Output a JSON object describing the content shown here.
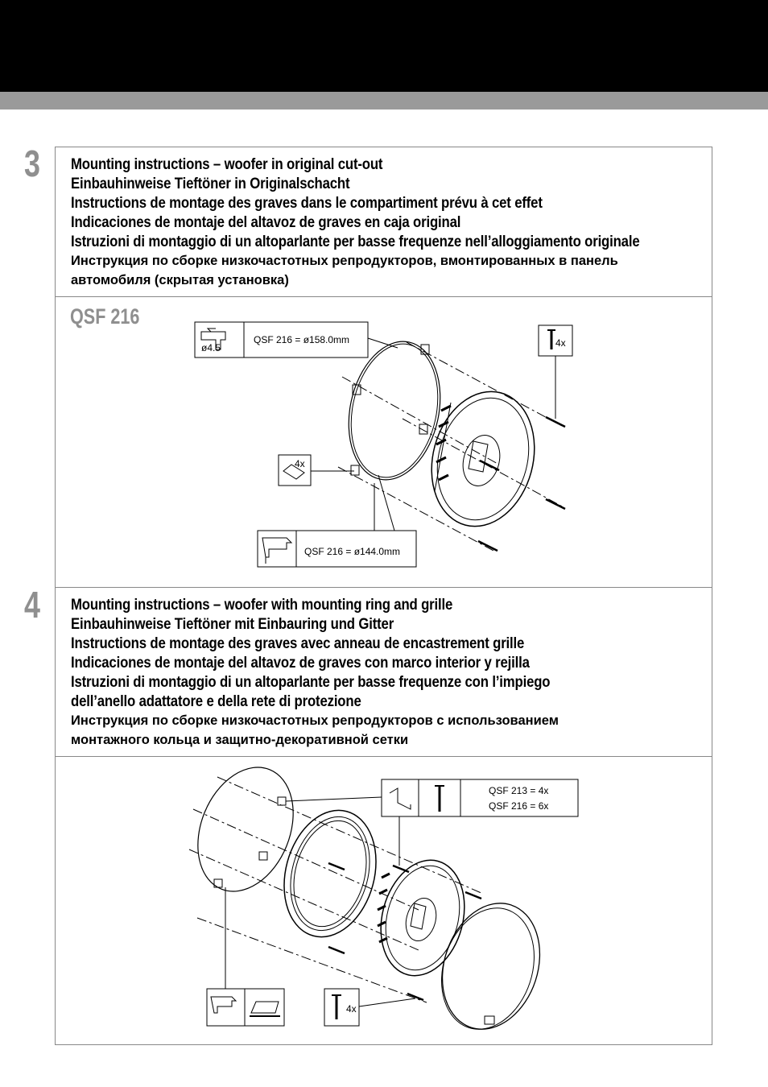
{
  "header": {
    "bar_color": "#000000",
    "subbar_color": "#9a9a9a"
  },
  "step3": {
    "number": "3",
    "titles": [
      "Mounting instructions – woofer in original cut-out",
      "Einbauhinweise Tieftöner in Originalschacht",
      "Instructions de montage des graves dans le compartiment prévu à cet effet",
      "Indicaciones de montaje del altavoz de graves en caja original",
      "Istruzioni di montaggio di un altoparlante per basse frequenze nell’alloggiamento originale"
    ],
    "russian": [
      "Инструкция по сборке низкочастотных репродукторов, вмонтированных в панель",
      "автомобиля (скрытая установка)"
    ],
    "model": "QSF 216",
    "drill_size": "ø4.5",
    "ring_diameter": "QSF 216 = ø158.0mm",
    "cutout_diameter": "QSF 216 = ø144.0mm",
    "screw_qty": "4x",
    "clip_qty": "4x"
  },
  "step4": {
    "number": "4",
    "titles": [
      "Mounting instructions –  woofer with mounting ring and grille",
      "Einbauhinweise Tieftöner mit Einbauring und Gitter",
      "Instructions de montage des graves avec anneau de encastrement grille",
      "Indicaciones de montaje del altavoz de graves con marco interior y rejilla",
      "Istruzioni di montaggio di un altoparlante per basse frequenze con l’impiego",
      "dell’anello adattatore e della rete di protezione"
    ],
    "russian": [
      "Инструкция по сборке низкочастотных репродукторов с использованием",
      "монтажного кольца и защитно-декоративной сетки"
    ],
    "qty_213": "QSF 213 = 4x",
    "qty_216": "QSF 216 = 6x",
    "screw_qty": "4x"
  }
}
